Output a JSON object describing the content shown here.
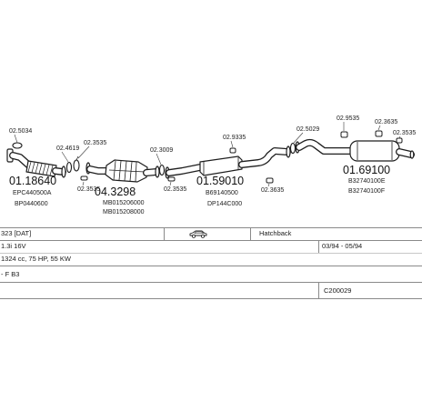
{
  "diagram": {
    "front_pipe": {
      "number": "01.18640",
      "ref_1": "EPC440500A",
      "ref_2": "BP0440600"
    },
    "catalyst": {
      "number": "04.3298",
      "ref_1": "MB015206000",
      "ref_2": "MB015208000"
    },
    "middle_silencer": {
      "number": "01.59010",
      "ref_1": "B69140500",
      "ref_2": "DP144C000"
    },
    "rear_silencer": {
      "number": "01.69100",
      "ref_1": "B32740100E",
      "ref_2": "B32740100F"
    },
    "fittings": [
      "02.5034",
      "02.4619",
      "02.3535",
      "02.3535",
      "02.3009",
      "02.3535",
      "02.9335",
      "02.3635",
      "02.5029",
      "02.9535",
      "02.3635",
      "02.3535"
    ]
  },
  "vehicle": {
    "model": "323 [DAT]",
    "body_icon": "car-icon",
    "body_type": "Hatchback",
    "engine": "1.3i 16V",
    "production": "03/94 - 05/94",
    "specs": "1324 cc, 75 HP, 55 KW",
    "engine_code": "- F B3",
    "catalog_code": "C200029"
  }
}
